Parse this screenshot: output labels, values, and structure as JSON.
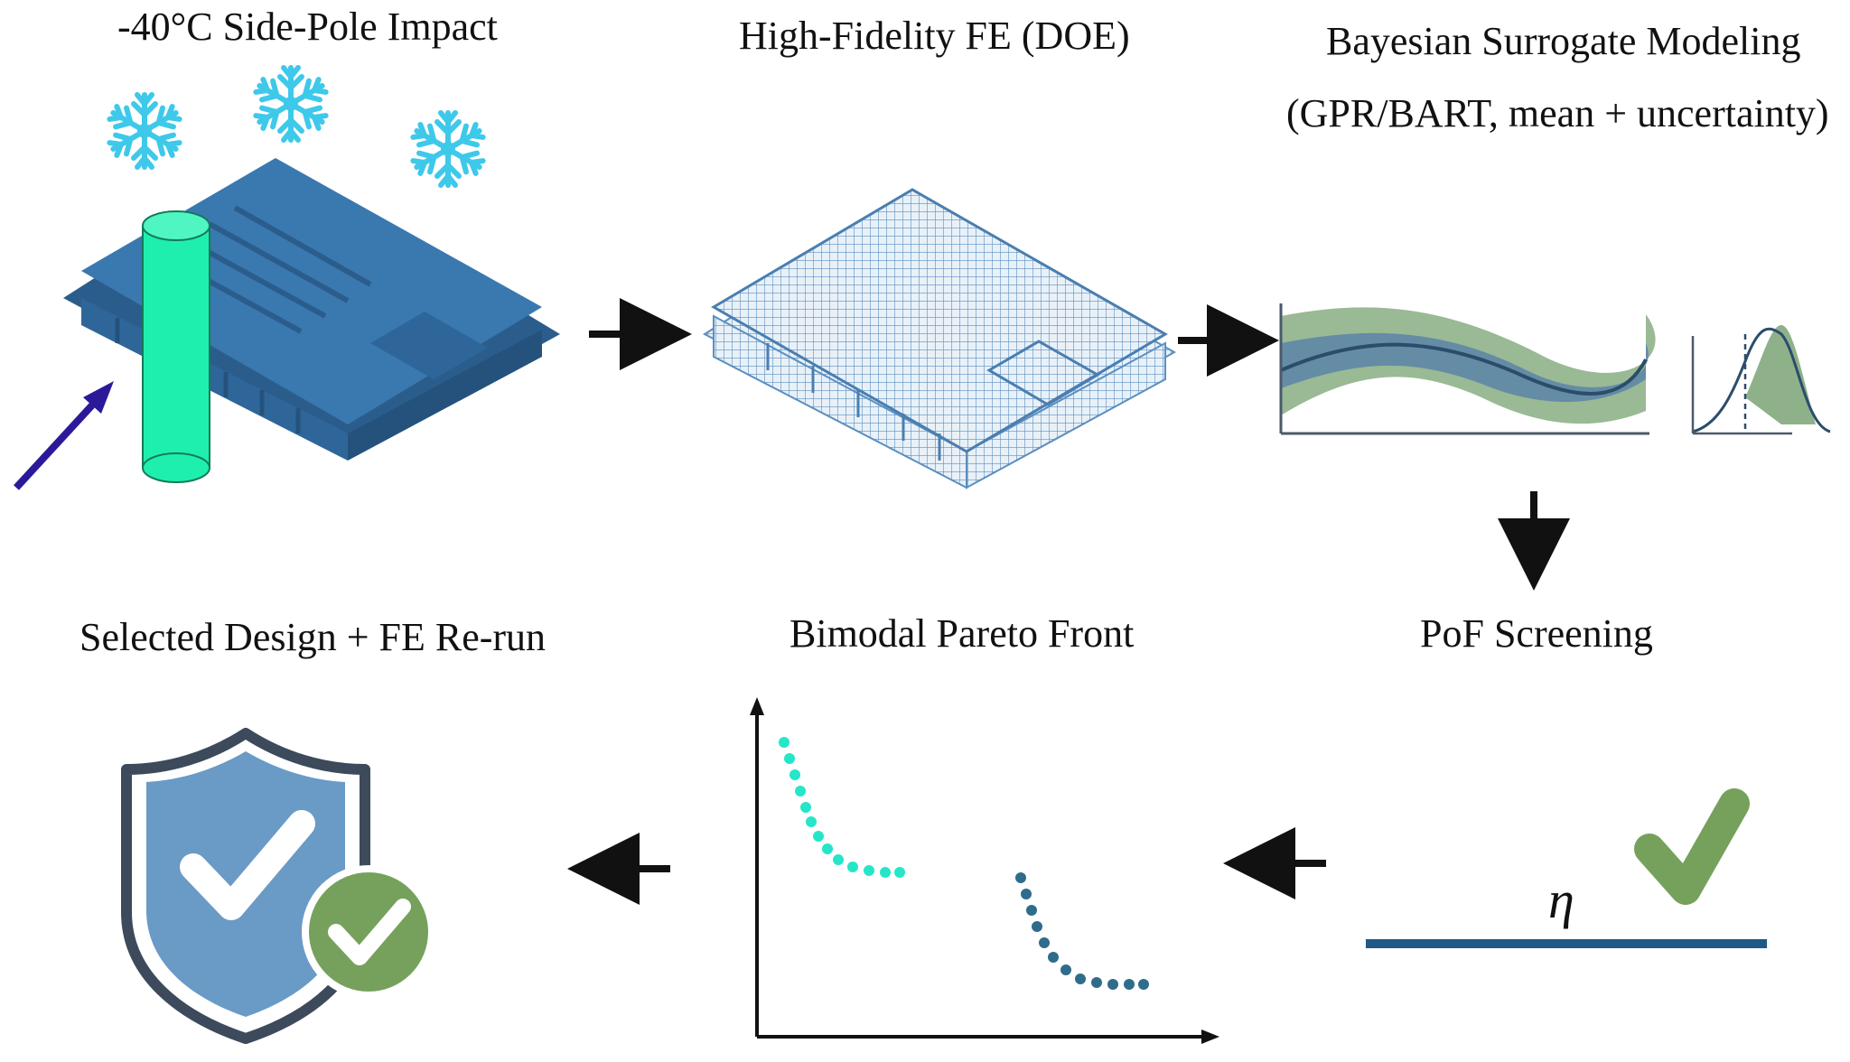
{
  "stages": {
    "impact": {
      "title": "-40°C Side-Pole Impact",
      "icons": [
        "snowflake-icon",
        "battery-pack",
        "pole",
        "impact-arrow"
      ]
    },
    "fe": {
      "title": "High-Fidelity FE (DOE)",
      "icons": [
        "meshed-battery-pack"
      ]
    },
    "surrogate": {
      "title_line1": "Bayesian Surrogate Modeling",
      "title_line2": "(GPR/BART, mean + uncertainty)",
      "icons": [
        "uncertainty-band-plot",
        "distribution-curve"
      ]
    },
    "pof": {
      "title": "PoF Screening",
      "threshold_symbol": "η",
      "icons": [
        "check-icon",
        "threshold-line"
      ]
    },
    "pareto": {
      "title": "Bimodal Pareto Front",
      "icons": [
        "pareto-axes",
        "pareto-points"
      ]
    },
    "selected": {
      "title": "Selected Design + FE Re-run",
      "icons": [
        "shield-check-icon",
        "check-badge-icon"
      ]
    }
  },
  "colors": {
    "snowflake": "#3ec9ea",
    "battery_body": "#3a78b0",
    "battery_dark": "#2b5d8c",
    "pole": "#1fefae",
    "impact_arrow": "#2a1a9a",
    "mesh": "#5b8fc0",
    "band_outer": "#8fb18a",
    "band_inner": "#5f87a6",
    "mean_line": "#2b4d6b",
    "pareto_cluster_1": "#25e6c8",
    "pareto_cluster_2": "#2f6c8c",
    "threshold": "#1f5a86",
    "check_green": "#76a15c",
    "shield_blue": "#6a9ac6",
    "shield_border": "#3c4a5c"
  }
}
